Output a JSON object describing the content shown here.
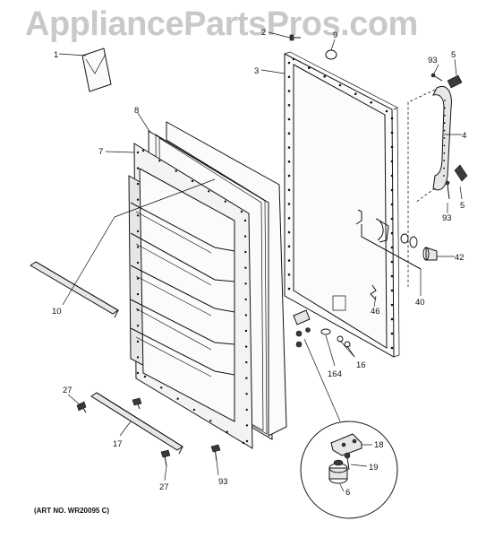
{
  "watermark": "AppliancePartsPros.com",
  "art_number": "(ART NO. WR20095 C)",
  "callouts": {
    "c1": "1",
    "c2": "2",
    "c3": "3",
    "c4": "4",
    "c5a": "5",
    "c5b": "5",
    "c6": "6",
    "c7": "7",
    "c8": "8",
    "c9": "9",
    "c10": "10",
    "c16": "16",
    "c17": "17",
    "c18": "18",
    "c19": "19",
    "c27a": "27",
    "c27b": "27",
    "c40": "40",
    "c42": "42",
    "c46": "46",
    "c93a": "93",
    "c93b": "93",
    "c93c": "93",
    "c164": "164"
  }
}
